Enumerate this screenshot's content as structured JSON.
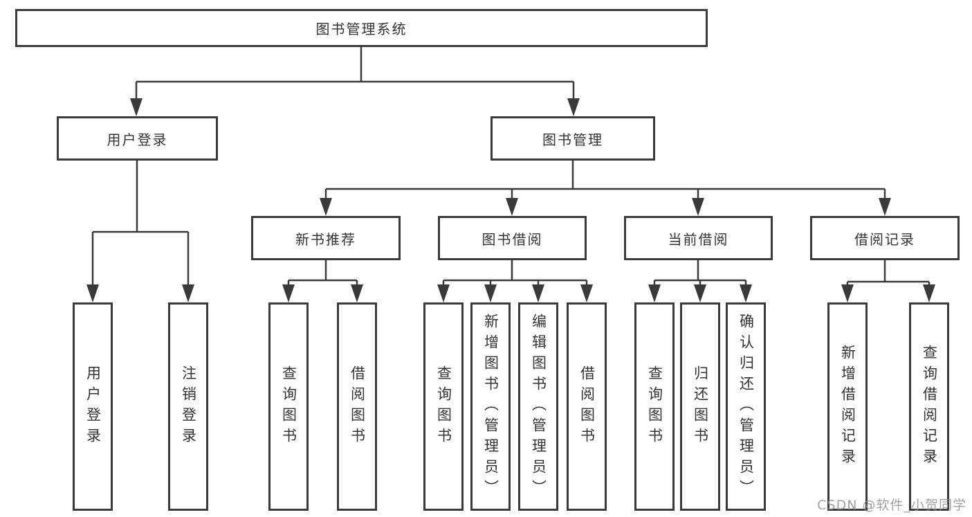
{
  "tree": {
    "label": "图书管理系统",
    "children": [
      {
        "label": "用户登录",
        "children": [
          {
            "label": "用户登录"
          },
          {
            "label": "注销登录"
          }
        ]
      },
      {
        "label": "图书管理",
        "children": [
          {
            "label": "新书推荐",
            "children": [
              {
                "label": "查询图书"
              },
              {
                "label": "借阅图书"
              }
            ]
          },
          {
            "label": "图书借阅",
            "children": [
              {
                "label": "查询图书"
              },
              {
                "label": "新增图书（管理员）"
              },
              {
                "label": "编辑图书（管理员）"
              },
              {
                "label": "借阅图书"
              }
            ]
          },
          {
            "label": "当前借阅",
            "children": [
              {
                "label": "查询图书"
              },
              {
                "label": "归还图书"
              },
              {
                "label": "确认归还（管理员）"
              }
            ]
          },
          {
            "label": "借阅记录",
            "children": [
              {
                "label": "新增借阅记录"
              },
              {
                "label": "查询借阅记录"
              }
            ]
          }
        ]
      }
    ]
  },
  "watermark": {
    "text": "CSDN @软件_小贺同学"
  },
  "colors": {
    "line": "#3a3a3a",
    "text": "#333333",
    "background": "#ffffff",
    "watermark": "#919191"
  }
}
